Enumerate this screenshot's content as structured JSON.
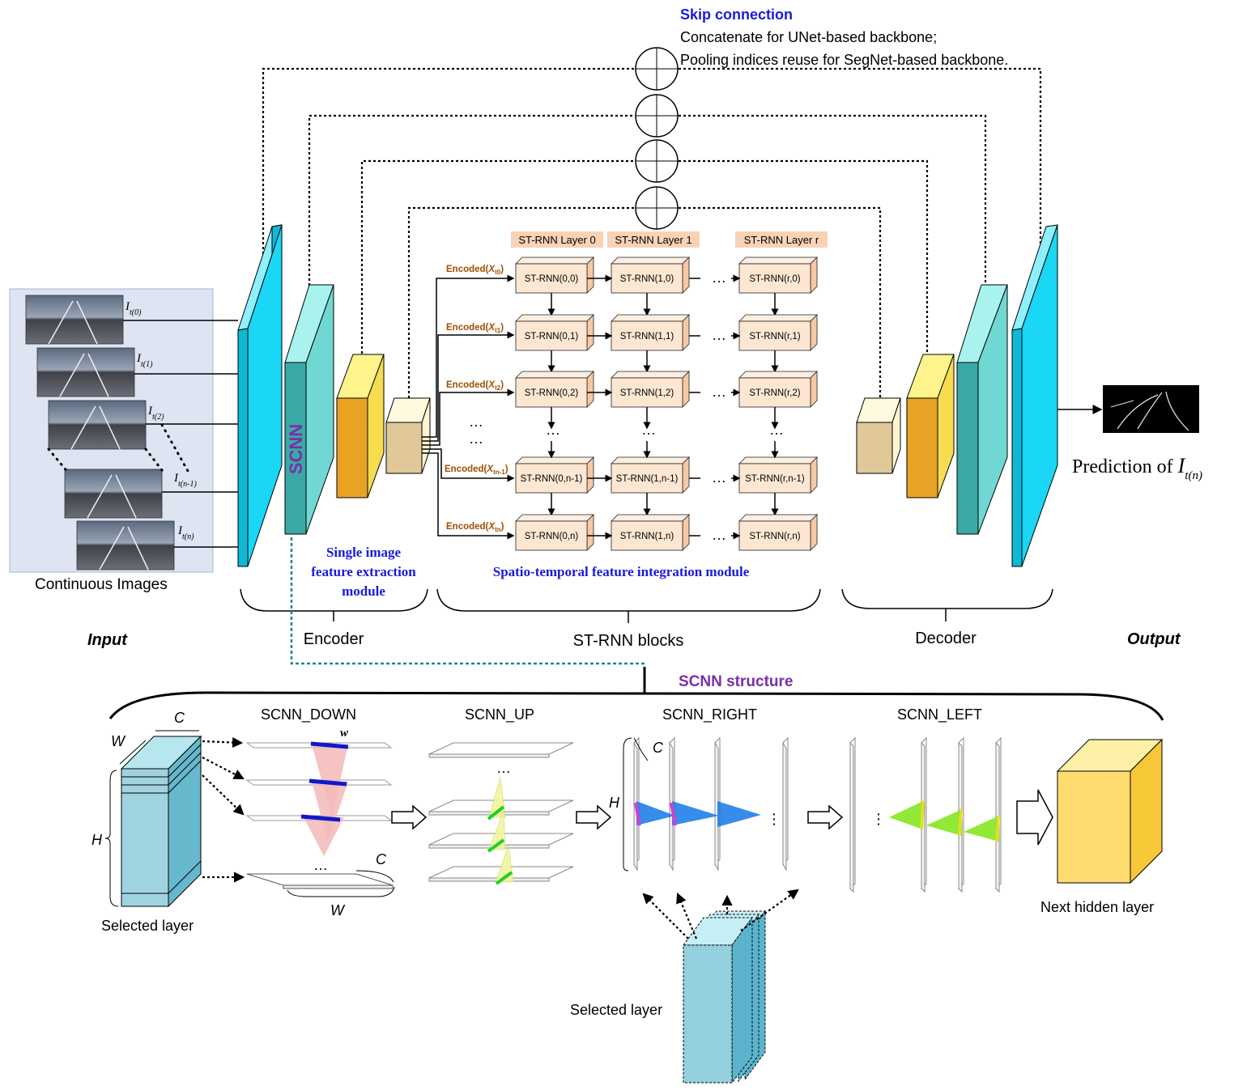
{
  "skip": {
    "title": "Skip connection",
    "line1": "Concatenate for UNet-based backbone;",
    "line2": "Pooling indices reuse for SegNet-based backbone."
  },
  "input": {
    "frame_labels": [
      "I",
      "I",
      "I",
      "I",
      "I"
    ],
    "frame_subs": [
      "t(0)",
      "t(1)",
      "t(2)",
      "t(n-1)",
      "t(n)"
    ],
    "caption": "Continuous Images",
    "section": "Input"
  },
  "encoder": {
    "scnn_text": "SCNN",
    "module_line1": "Single image",
    "module_line2": "feature extraction",
    "module_line3": "module",
    "section": "Encoder"
  },
  "strnn": {
    "layer_headers": [
      "ST-RNN Layer 0",
      "ST-RNN Layer 1",
      "ST-RNN Layer r"
    ],
    "encoded_prefix": "Encoded(",
    "encoded_vars": [
      "X",
      "X",
      "X",
      "X",
      "X"
    ],
    "encoded_subs": [
      "t0",
      "t1",
      "t2",
      "tn-1",
      "tn"
    ],
    "encoded_suffix": ")",
    "rows": [
      [
        "ST-RNN(0,0)",
        "ST-RNN(1,0)",
        "ST-RNN(r,0)"
      ],
      [
        "ST-RNN(0,1)",
        "ST-RNN(1,1)",
        "ST-RNN(r,1)"
      ],
      [
        "ST-RNN(0,2)",
        "ST-RNN(1,2)",
        "ST-RNN(r,2)"
      ],
      [
        "ST-RNN(0,n-1)",
        "ST-RNN(1,n-1)",
        "ST-RNN(r,n-1)"
      ],
      [
        "ST-RNN(0,n)",
        "ST-RNN(1,n)",
        "ST-RNN(r,n)"
      ]
    ],
    "ellipsis": "…",
    "module_caption": "Spatio-temporal feature integration module",
    "section": "ST-RNN blocks"
  },
  "decoder": {
    "section": "Decoder"
  },
  "output": {
    "prediction_prefix": "Prediction of ",
    "prediction_var": "I",
    "prediction_sub": "t(n)",
    "section": "Output"
  },
  "scnn_structure": {
    "title": "SCNN structure",
    "down_label": "SCNN_DOWN",
    "up_label": "SCNN_UP",
    "right_label": "SCNN_RIGHT",
    "left_label": "SCNN_LEFT",
    "dim_C": "C",
    "dim_W": "W",
    "dim_H": "H",
    "dim_w": "w",
    "selected_layer": "Selected layer",
    "next_hidden": "Next hidden layer",
    "dots": "…",
    "vdots": "⋮"
  },
  "colors": {
    "cyan": "#19d7f5",
    "teal": "#3aa9a6",
    "amber": "#f0b030",
    "tan": "#e0c898",
    "peach": "#fde7d3",
    "blue_text": "#1a1adc",
    "purple_text": "#7a2fa8",
    "encoded_text": "#a24e00"
  }
}
